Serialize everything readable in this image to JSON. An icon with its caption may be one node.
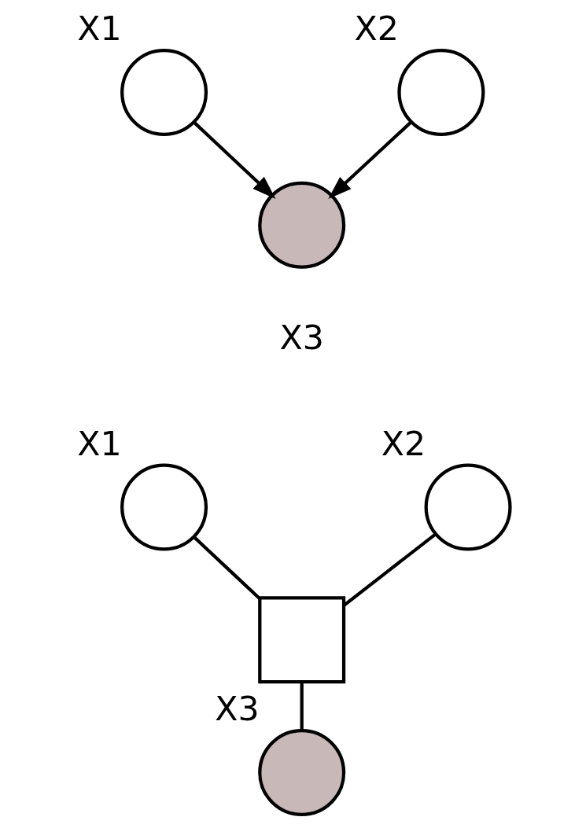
{
  "diagram": {
    "nodes": [
      {
        "text": [],
        "shape": "circle",
        "beside": [
          "X1"
        ]
      },
      {
        "text": [],
        "shape": "circle",
        "beside": [
          "X2"
        ]
      },
      {
        "text": [],
        "shape": "circle",
        "beside": [
          "X3"
        ]
      },
      {
        "text": [],
        "shape": "circle",
        "beside": [
          "X1"
        ]
      },
      {
        "text": [],
        "shape": "circle",
        "beside": [
          "X2"
        ]
      },
      {
        "text": [],
        "shape": "box"
      },
      {
        "text": [],
        "shape": "circle",
        "beside": [
          "X3"
        ]
      }
    ],
    "edges": [
      {
        "from": 0,
        "to": 2,
        "arrow": "to"
      },
      {
        "from": 1,
        "to": 2,
        "arrow": "to"
      },
      {
        "from": 3,
        "to": 5,
        "arrow": "none"
      },
      {
        "from": 4,
        "to": 5,
        "arrow": "none"
      },
      {
        "from": 5,
        "to": 6,
        "arrow": "none"
      }
    ]
  }
}
